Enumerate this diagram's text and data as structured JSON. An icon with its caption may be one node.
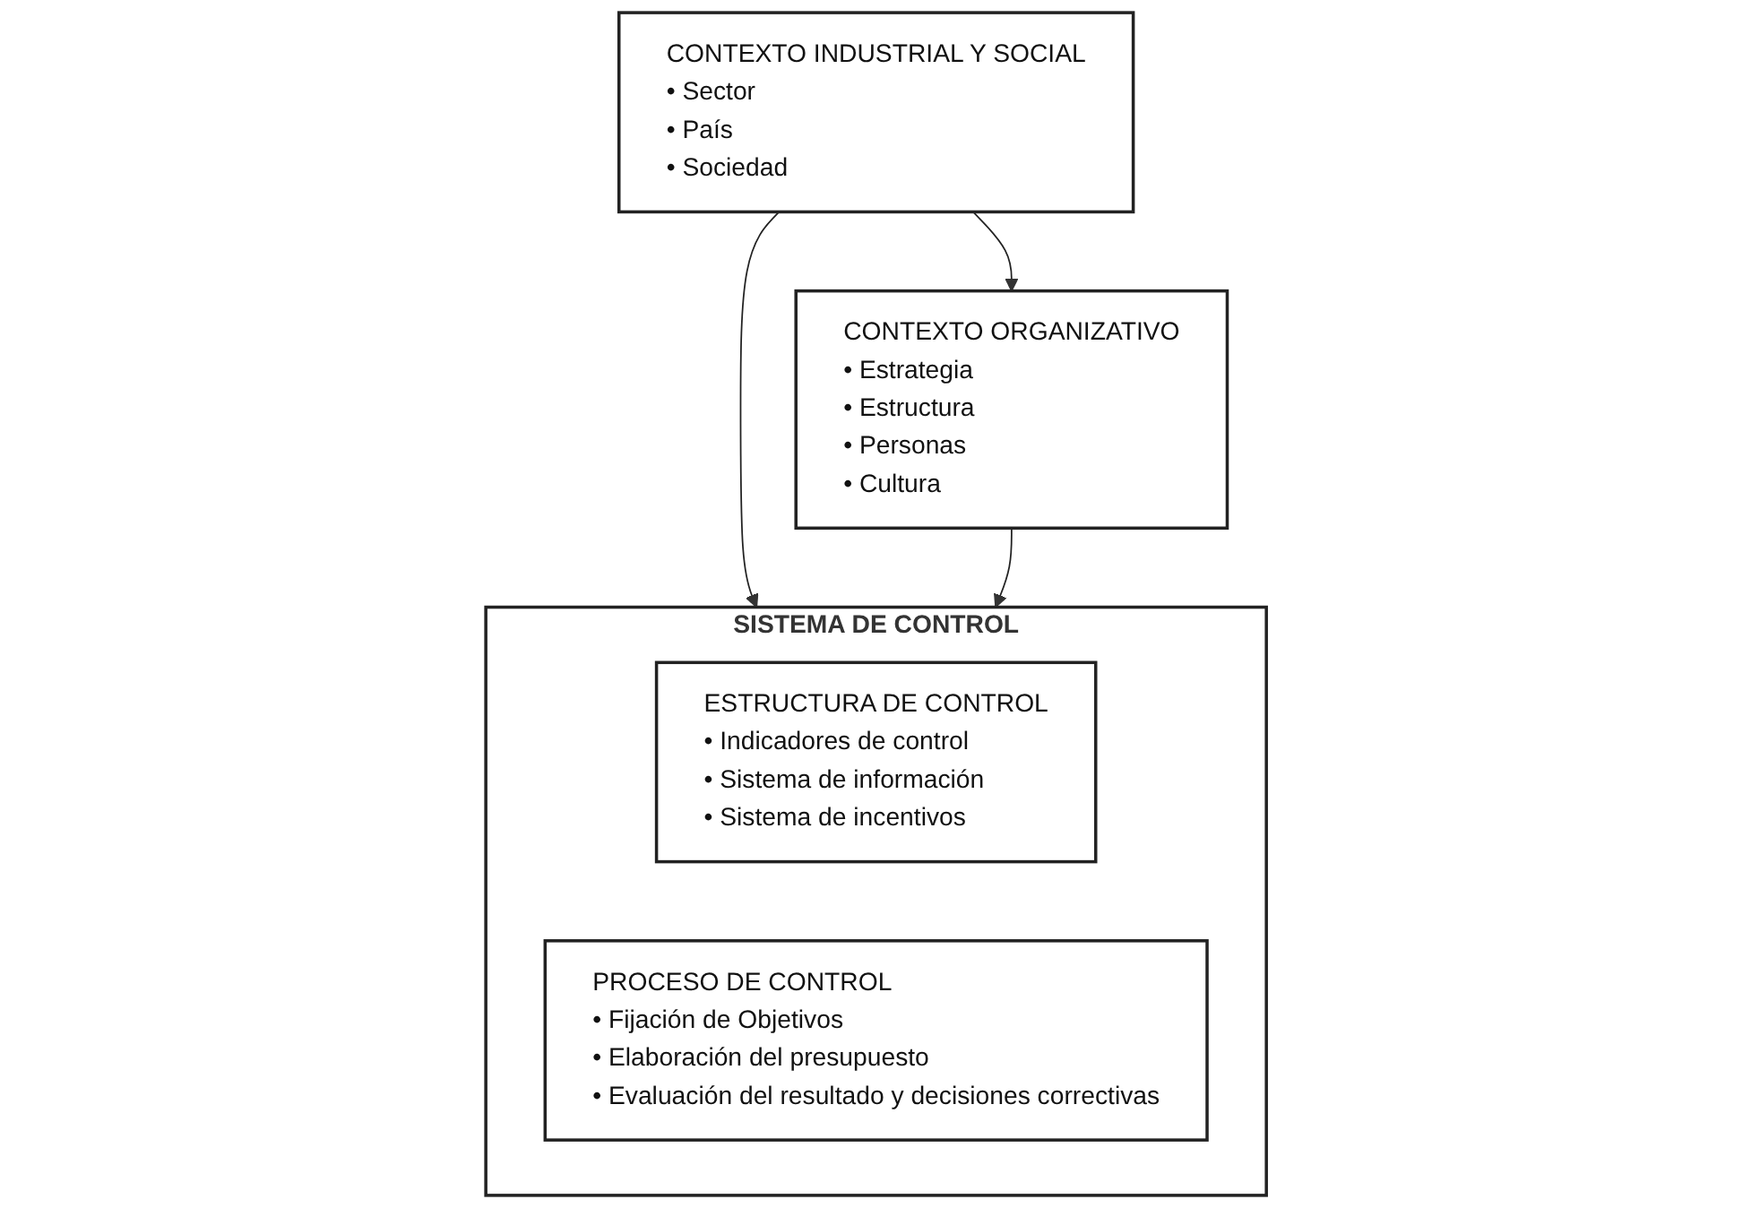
{
  "diagram": {
    "nodes": [
      {
        "text": [
          "CONTEXTO INDUSTRIAL Y SOCIAL",
          "• Sector",
          "• País",
          "• Sociedad"
        ]
      },
      {
        "text": [
          "CONTEXTO ORGANIZATIVO",
          "• Estrategia",
          "• Estructura",
          "• Personas",
          "• Cultura"
        ]
      },
      {
        "text": [
          "SISTEMA DE CONTROL"
        ]
      },
      {
        "text": [
          "ESTRUCTURA DE CONTROL",
          "• Indicadores de control",
          "• Sistema de información",
          "• Sistema de incentivos"
        ],
        "in": 2
      },
      {
        "text": [
          "PROCESO DE CONTROL",
          "• Fijación de Objetivos",
          "• Elaboración del presupuesto",
          "• Evaluación del resultado y decisiones correctivas"
        ],
        "in": 2
      }
    ],
    "edges": [
      {
        "from": 0,
        "to": 1,
        "arrow": "to"
      },
      {
        "from": 0,
        "to": 2,
        "arrow": "to"
      },
      {
        "from": 1,
        "to": 2,
        "arrow": "to"
      }
    ]
  }
}
